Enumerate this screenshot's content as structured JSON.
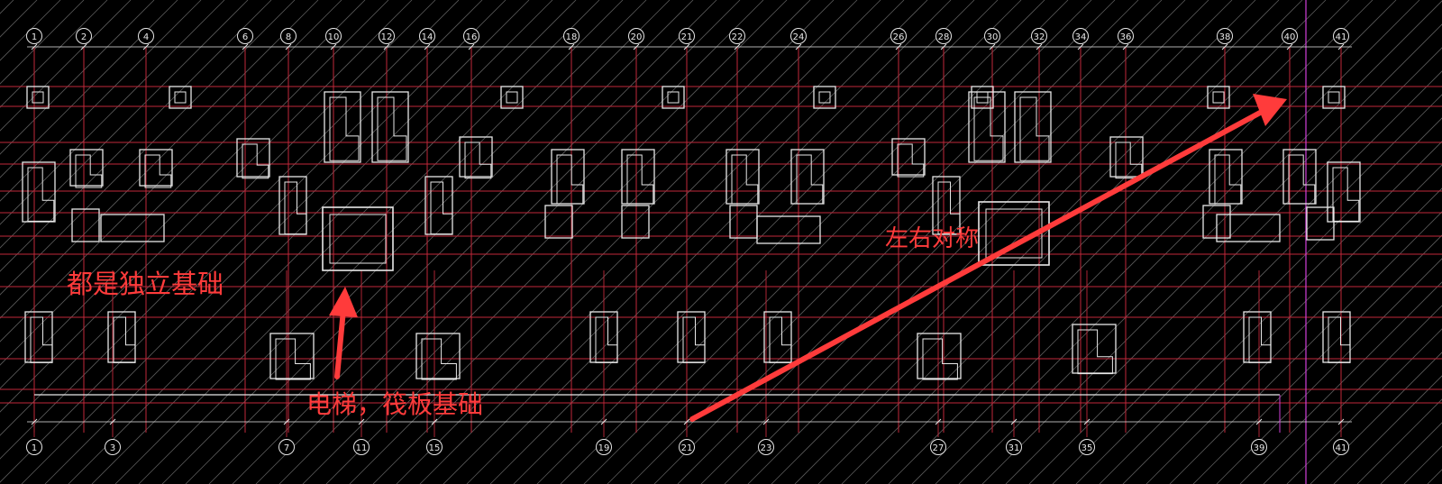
{
  "grid_axes_top": [
    "1",
    "2",
    "4",
    "6",
    "8",
    "10",
    "12",
    "14",
    "16",
    "18",
    "20",
    "21",
    "22",
    "24",
    "26",
    "28",
    "30",
    "32",
    "34",
    "36",
    "38",
    "40",
    "41"
  ],
  "grid_axes_bottom": [
    "1",
    "3",
    "7",
    "11",
    "15",
    "19",
    "21",
    "23",
    "27",
    "31",
    "35",
    "39",
    "41"
  ],
  "annotations": {
    "independent_foundation": "都是独立基础",
    "elevator_raft": "电梯，筏板基础",
    "left_right_symmetric": "左右对称"
  },
  "colors": {
    "background": "#000000",
    "grid_red": "#c0283a",
    "drawing_white": "#e8e8e8",
    "hatch": "#5a5a5a",
    "annotation_red": "#ff3b3b",
    "tag_magenta": "#d040d8"
  }
}
